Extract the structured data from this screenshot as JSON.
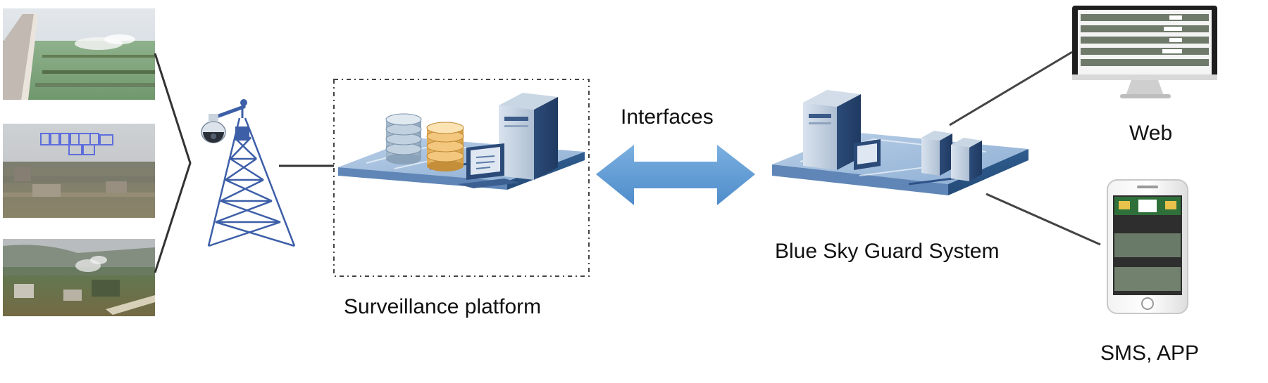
{
  "labels": {
    "surveillance_platform": "Surveillance platform",
    "interfaces": "Interfaces",
    "blue_sky_guard_system": "Blue Sky Guard System",
    "web": "Web",
    "sms_app": "SMS, APP"
  },
  "colors": {
    "arrow_blue": "#5b9bd5",
    "tower_blue": "#3d5fa8",
    "platform_blue": "#9fbcdd",
    "server_dark": "#2f4d7a",
    "connector_line": "#444444"
  },
  "icons": {
    "camera_feeds": [
      "field-smoke-photo",
      "field-detection-photo",
      "village-smoke-photo"
    ],
    "tower": "camera-tower-icon",
    "surveillance": "surveillance-platform-icon",
    "blue_sky_guard": "server-platform-icon",
    "web": "monitor-icon",
    "mobile": "smartphone-icon"
  }
}
